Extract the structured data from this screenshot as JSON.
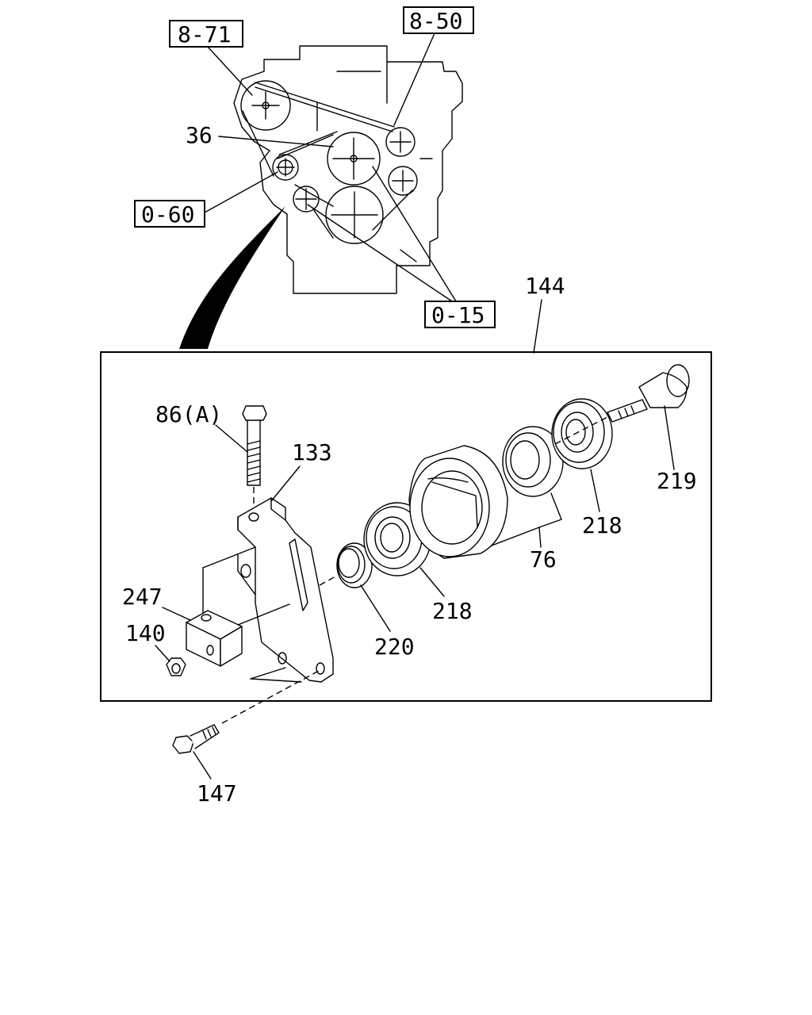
{
  "diagram": {
    "refs": {
      "ref_8_71": "8-71",
      "ref_8_50": "8-50",
      "ref_0_60": "0-60",
      "ref_0_15": "0-15"
    },
    "parts": {
      "p36": "36",
      "p144": "144",
      "p86a": "86(A)",
      "p133": "133",
      "p219": "219",
      "p218a": "218",
      "p218b": "218",
      "p76": "76",
      "p220": "220",
      "p247": "247",
      "p140": "140",
      "p147": "147"
    }
  }
}
